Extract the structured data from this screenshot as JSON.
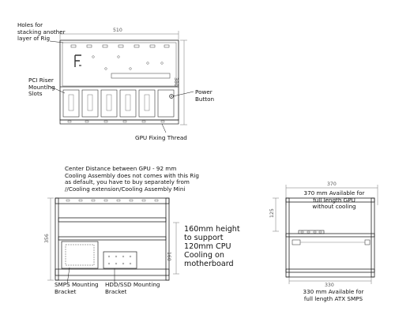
{
  "top_view": {
    "dim_width": "510",
    "dim_height": "380",
    "label_holes": "Holes for stacking another layer of Rig",
    "label_pci": "PCI Riser Mounting Slots",
    "label_power": "Power Button",
    "label_gpu_thread": "GPU Fixing Thread"
  },
  "front_view": {
    "note": "Center Distance between GPU -   92 mm\nCooling Assembly does not comes with this Rig as default, you have to buy separately from //Cooling extension/Cooling Assembly Mini",
    "dim_height": "356",
    "dim_inner": "160",
    "label_cpu": "160mm height to support 120mm CPU Cooling on motherboard",
    "label_smps": "SMPS Mounting Bracket",
    "label_hdd": "HDD/SSD Mounting Bracket"
  },
  "side_view": {
    "dim_top": "370",
    "dim_left": "125",
    "dim_bottom": "330",
    "label_gpu": "370 mm Available for full length GPU without cooling",
    "label_smps": "330 mm Available for full length ATX SMPS"
  }
}
